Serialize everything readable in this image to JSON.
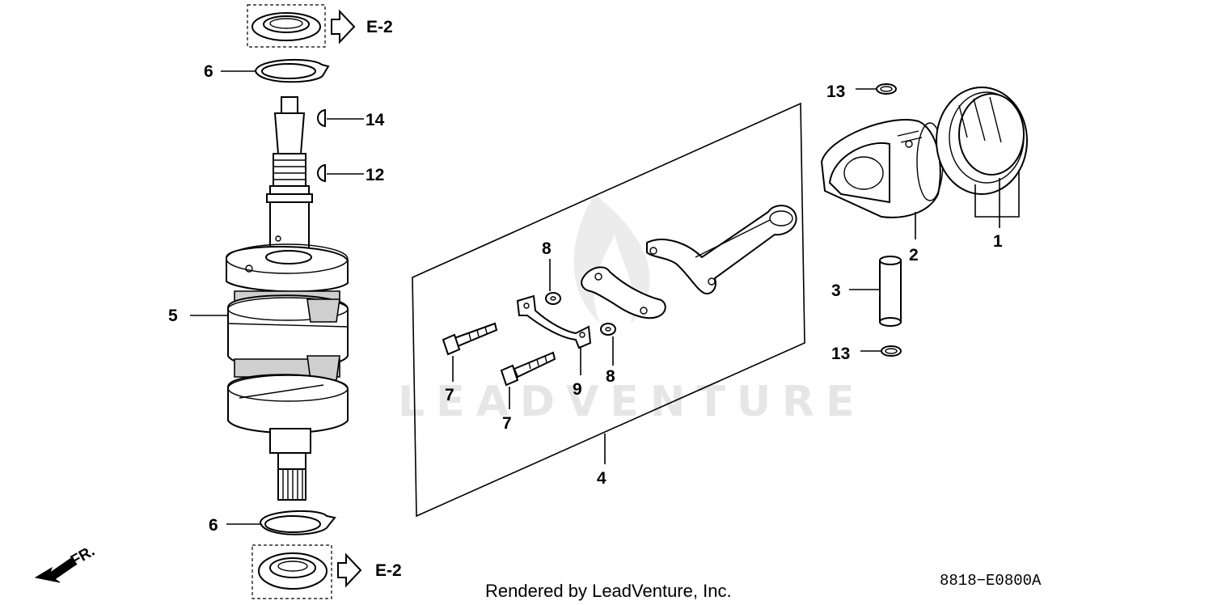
{
  "labels": {
    "ref_top": "E-2",
    "ref_bottom": "E-2",
    "washer_top": "6",
    "washer_bottom": "6",
    "key_14": "14",
    "key_12": "12",
    "crankshaft": "5",
    "rod_assembly": "4",
    "washer_left": "8",
    "washer_right": "8",
    "bolt_left": "7",
    "bolt_right": "7",
    "plate": "9",
    "clip_top": "13",
    "clip_bottom": "13",
    "pin": "3",
    "piston": "2",
    "rings": "1"
  },
  "direction_label": "FR.",
  "watermark": "LEADVENTURE",
  "footer": "Rendered by LeadVenture, Inc.",
  "diagram_code": "8818−E0800A"
}
